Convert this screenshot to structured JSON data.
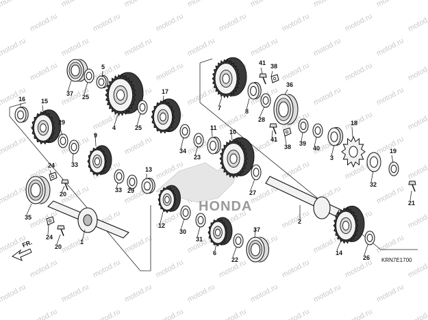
{
  "watermark": "motod.ru",
  "brand": "HONDA",
  "diagram_code": "KRN7E1700",
  "direction_label": "FR.",
  "colors": {
    "ink": "#111111",
    "part_fill": "#f2f2f2",
    "teeth": "#3a3a3a",
    "watermark": "#c9c9c9",
    "logo": "#9a9a9a"
  },
  "callouts": {
    "c1": "1",
    "c2": "2",
    "c3": "3",
    "c4": "4",
    "c5": "5",
    "c6": "6",
    "c7": "7",
    "c8": "8",
    "c9": "9",
    "c10": "10",
    "c11": "11",
    "c12": "12",
    "c13": "13",
    "c14": "14",
    "c15": "15",
    "c16": "16",
    "c17": "17",
    "c18": "18",
    "c19": "19",
    "c20a": "20",
    "c20b": "20",
    "c21": "21",
    "c22": "22",
    "c23": "23",
    "c24a": "24",
    "c24b": "24",
    "c25a": "25",
    "c25b": "25",
    "c26": "26",
    "c27": "27",
    "c28": "28",
    "c29a": "29",
    "c29b": "29",
    "c30": "30",
    "c31": "31",
    "c32": "32",
    "c33a": "33",
    "c33b": "33",
    "c34": "34",
    "c35": "35",
    "c36": "36",
    "c37a": "37",
    "c37b": "37",
    "c38a": "38",
    "c38b": "38",
    "c39": "39",
    "c40": "40",
    "c41a": "41",
    "c41b": "41"
  }
}
